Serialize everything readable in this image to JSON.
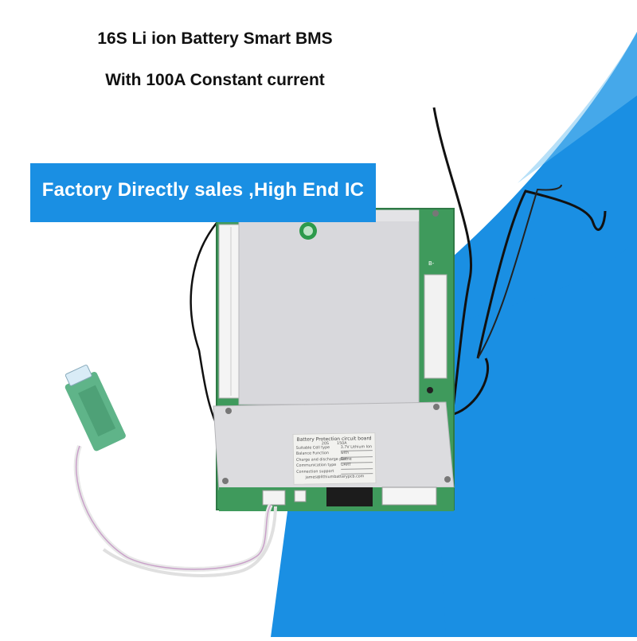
{
  "headline": {
    "line1": "16S Li ion Battery Smart BMS",
    "line2": "With 100A Constant current"
  },
  "banner": {
    "text": "Factory Directly sales ,High End IC",
    "color": "#1a8fe3"
  },
  "product_label": {
    "heading": "Battery Protection circuit board",
    "rating_left": "20S",
    "rating_right": "150A",
    "rows": [
      {
        "key": "Suitable Cell type",
        "value": "3.7V Lithium Ion"
      },
      {
        "key": "Balance Function",
        "value": "with"
      },
      {
        "key": "Charge and discharge port",
        "value": "Same"
      },
      {
        "key": "Communication type",
        "value": "UART"
      },
      {
        "key": "Connection support",
        "value": ""
      }
    ],
    "contact": "james@lithiumbatterypcb.com"
  },
  "board_marking": "B-",
  "colors": {
    "background_blue": "#1a8fe3",
    "pcb_green": "#3f9a5c",
    "cover_silver": "#d8d8dc"
  }
}
